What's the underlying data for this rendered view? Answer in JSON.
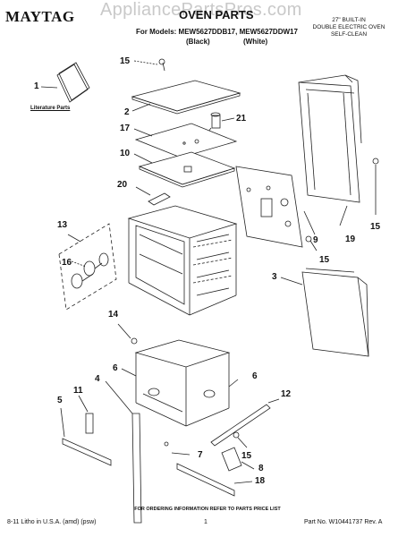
{
  "header": {
    "brand": "MAYTAG",
    "watermark": "AppliancePartsPros.com",
    "title": "OVEN PARTS",
    "models_line": "For Models: MEW5627DDB17, MEW5627DDW17",
    "model_black": "(Black)",
    "model_white": "(White)",
    "product_line1": "27\" BUILT-IN",
    "product_line2": "DOUBLE ELECTRIC OVEN",
    "product_line3": "SELF-CLEAN"
  },
  "labels": {
    "literature": "Literature Parts"
  },
  "callouts": [
    "1",
    "2",
    "3",
    "4",
    "5",
    "6",
    "6",
    "7",
    "8",
    "9",
    "10",
    "11",
    "12",
    "13",
    "14",
    "15",
    "15",
    "15",
    "15",
    "16",
    "17",
    "18",
    "19",
    "20",
    "21"
  ],
  "footer": {
    "ordering": "FOR ORDERING INFORMATION REFER TO PARTS PRICE LIST",
    "left": "8-11 Litho in U.S.A. (amd) (psw)",
    "page": "1",
    "part_no": "Part No. W10441737 Rev. A"
  }
}
